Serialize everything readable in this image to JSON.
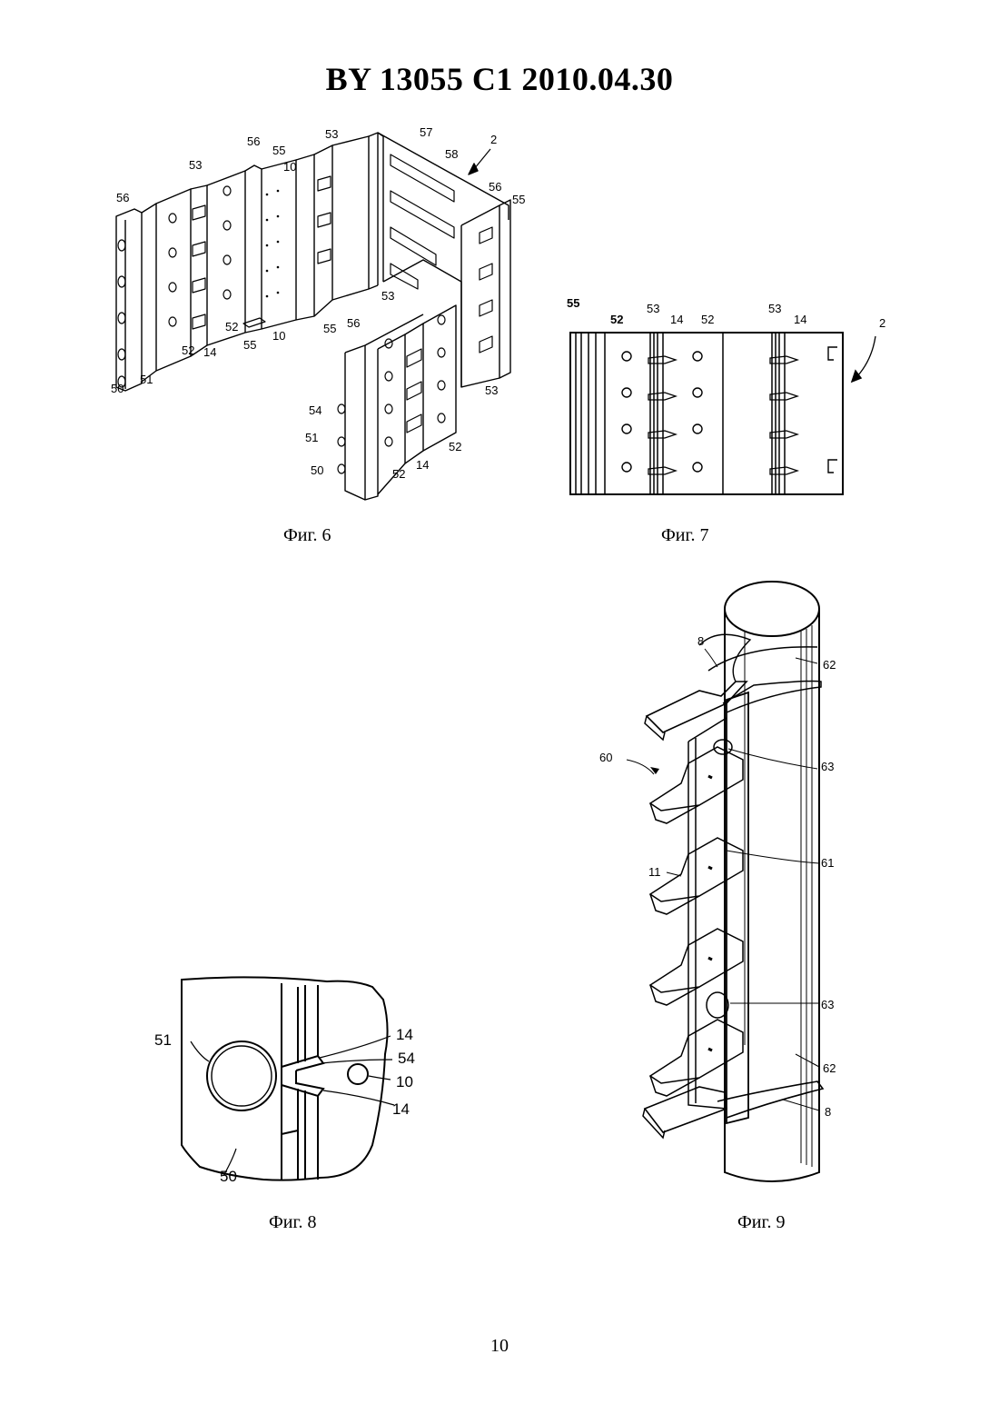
{
  "header": {
    "title": "BY  13055  C1  2010.04.30"
  },
  "figures": {
    "fig6": {
      "caption": "Фиг. 6",
      "labels": {
        "l2": "2",
        "l10a": "10",
        "l10b": "10",
        "l14a": "14",
        "l14b": "14",
        "l50a": "50",
        "l50b": "50",
        "l51a": "51",
        "l51b": "51",
        "l52a": "52",
        "l52b": "52",
        "l52c": "52",
        "l52d": "52",
        "l53a": "53",
        "l53b": "53",
        "l53c": "53",
        "l53d": "53",
        "l54": "54",
        "l55a": "55",
        "l55b": "55",
        "l55c": "55",
        "l55d": "55",
        "l56a": "56",
        "l56b": "56",
        "l56c": "56",
        "l56d": "56",
        "l57": "57",
        "l58": "58"
      }
    },
    "fig7": {
      "caption": "Фиг. 7",
      "labels": {
        "l55": "55",
        "l52a": "52",
        "l53a": "53",
        "l14a": "14",
        "l52b": "52",
        "l53b": "53",
        "l14b": "14",
        "l2": "2"
      }
    },
    "fig8": {
      "caption": "Фиг. 8",
      "labels": {
        "l51": "51",
        "l14a": "14",
        "l54": "54",
        "l10": "10",
        "l14b": "14",
        "l50": "50"
      }
    },
    "fig9": {
      "caption": "Фиг. 9",
      "labels": {
        "l8a": "8",
        "l62a": "62",
        "l60": "60",
        "l63a": "63",
        "l61": "61",
        "l11": "11",
        "l63b": "63",
        "l62b": "62",
        "l8b": "8"
      }
    }
  },
  "page_number": "10"
}
